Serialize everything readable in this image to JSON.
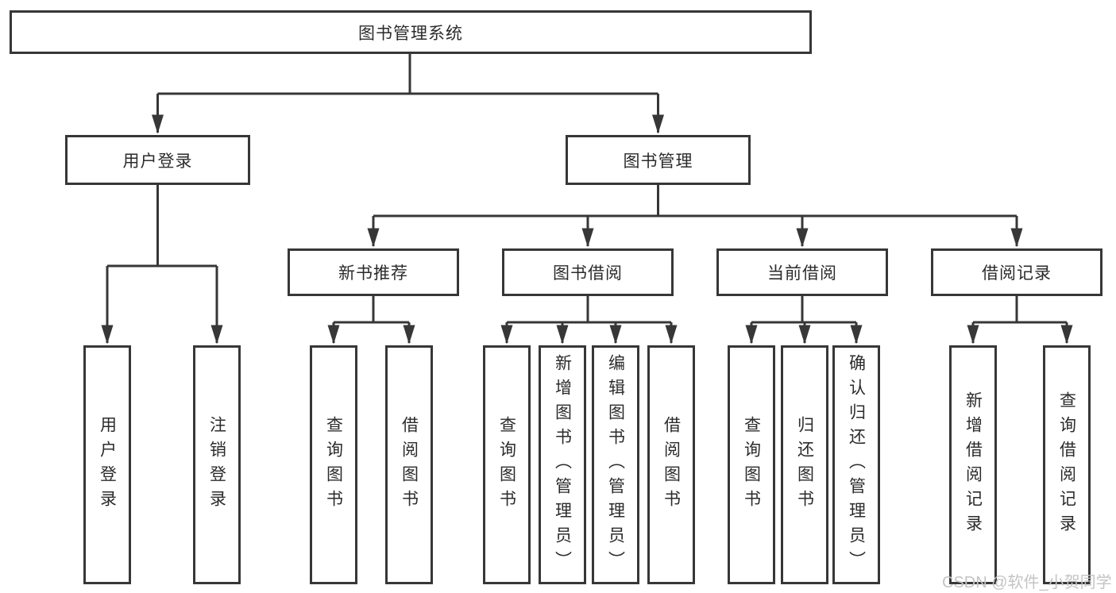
{
  "root": {
    "label": "图书管理系统"
  },
  "level2": [
    {
      "label": "用户登录"
    },
    {
      "label": "图书管理"
    }
  ],
  "level3": [
    {
      "label": "新书推荐"
    },
    {
      "label": "图书借阅"
    },
    {
      "label": "当前借阅"
    },
    {
      "label": "借阅记录"
    }
  ],
  "leaves": {
    "user_login": [
      {
        "label": "用户登录"
      },
      {
        "label": "注销登录"
      }
    ],
    "new_books": [
      {
        "label": "查询图书"
      },
      {
        "label": "借阅图书"
      }
    ],
    "borrowing": [
      {
        "label": "查询图书"
      },
      {
        "label": "新增图书（管理员）"
      },
      {
        "label": "编辑图书（管理员）"
      },
      {
        "label": "借阅图书"
      }
    ],
    "current": [
      {
        "label": "查询图书"
      },
      {
        "label": "归还图书"
      },
      {
        "label": "确认归还（管理员）"
      }
    ],
    "records": [
      {
        "label": "新增借阅记录"
      },
      {
        "label": "查询借阅记录"
      }
    ]
  },
  "watermark": {
    "text": "CSDN @软件_小贺同学"
  },
  "colors": {
    "line": "#373737",
    "text": "#2b2b2b",
    "background": "#ffffff",
    "watermark": "#c4c4c4"
  }
}
